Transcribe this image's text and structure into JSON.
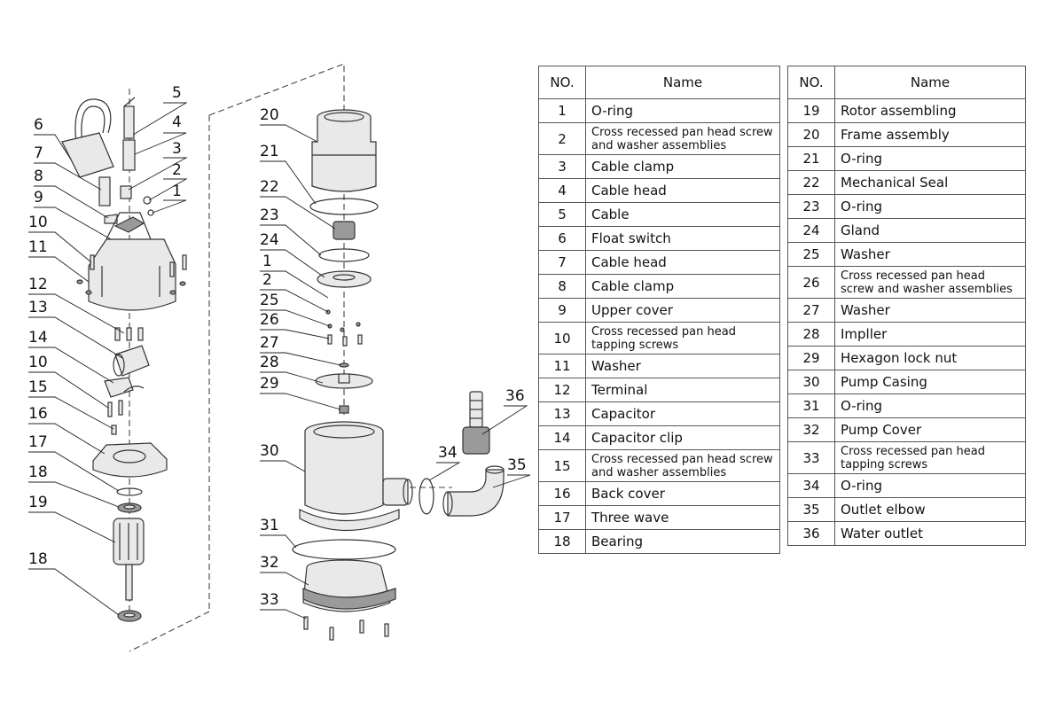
{
  "table_headers": {
    "no": "NO.",
    "name": "Name"
  },
  "parts_left": [
    {
      "no": "1",
      "name": "O-ring"
    },
    {
      "no": "2",
      "name": "Cross recessed pan head screw and washer assemblies"
    },
    {
      "no": "3",
      "name": "Cable clamp"
    },
    {
      "no": "4",
      "name": "Cable head"
    },
    {
      "no": "5",
      "name": "Cable"
    },
    {
      "no": "6",
      "name": "Float switch"
    },
    {
      "no": "7",
      "name": "Cable head"
    },
    {
      "no": "8",
      "name": "Cable clamp"
    },
    {
      "no": "9",
      "name": "Upper cover"
    },
    {
      "no": "10",
      "name": "Cross recessed pan head tapping screws"
    },
    {
      "no": "11",
      "name": "Washer"
    },
    {
      "no": "12",
      "name": "Terminal"
    },
    {
      "no": "13",
      "name": "Capacitor"
    },
    {
      "no": "14",
      "name": "Capacitor clip"
    },
    {
      "no": "15",
      "name": "Cross recessed pan head screw and washer assemblies"
    },
    {
      "no": "16",
      "name": "Back cover"
    },
    {
      "no": "17",
      "name": "Three wave"
    },
    {
      "no": "18",
      "name": "Bearing"
    }
  ],
  "parts_right": [
    {
      "no": "19",
      "name": "Rotor assembling"
    },
    {
      "no": "20",
      "name": "Frame assembly"
    },
    {
      "no": "21",
      "name": "O-ring"
    },
    {
      "no": "22",
      "name": "Mechanical Seal"
    },
    {
      "no": "23",
      "name": "O-ring"
    },
    {
      "no": "24",
      "name": "Gland"
    },
    {
      "no": "25",
      "name": "Washer"
    },
    {
      "no": "26",
      "name": "Cross recessed pan head screw and washer assemblies"
    },
    {
      "no": "27",
      "name": "Washer"
    },
    {
      "no": "28",
      "name": "Impller"
    },
    {
      "no": "29",
      "name": "Hexagon lock nut"
    },
    {
      "no": "30",
      "name": "Pump Casing"
    },
    {
      "no": "31",
      "name": "O-ring"
    },
    {
      "no": "32",
      "name": "Pump Cover"
    },
    {
      "no": "33",
      "name": "Cross recessed pan head tapping screws"
    },
    {
      "no": "34",
      "name": "O-ring"
    },
    {
      "no": "35",
      "name": "Outlet elbow"
    },
    {
      "no": "36",
      "name": "Water outlet"
    }
  ],
  "callouts": {
    "c5": "5",
    "c4": "4",
    "c3": "3",
    "c2a": "2",
    "c1a": "1",
    "c6": "6",
    "c7": "7",
    "c8": "8",
    "c9": "9",
    "c10a": "10",
    "c11": "11",
    "c12": "12",
    "c13": "13",
    "c14": "14",
    "c10b": "10",
    "c15": "15",
    "c16": "16",
    "c17": "17",
    "c18a": "18",
    "c19": "19",
    "c18b": "18",
    "c20": "20",
    "c21": "21",
    "c22": "22",
    "c23": "23",
    "c24": "24",
    "c1b": "1",
    "c2b": "2",
    "c25": "25",
    "c26": "26",
    "c27": "27",
    "c28": "28",
    "c29": "29",
    "c30": "30",
    "c31": "31",
    "c32": "32",
    "c33": "33",
    "c34": "34",
    "c35": "35",
    "c36": "36"
  }
}
